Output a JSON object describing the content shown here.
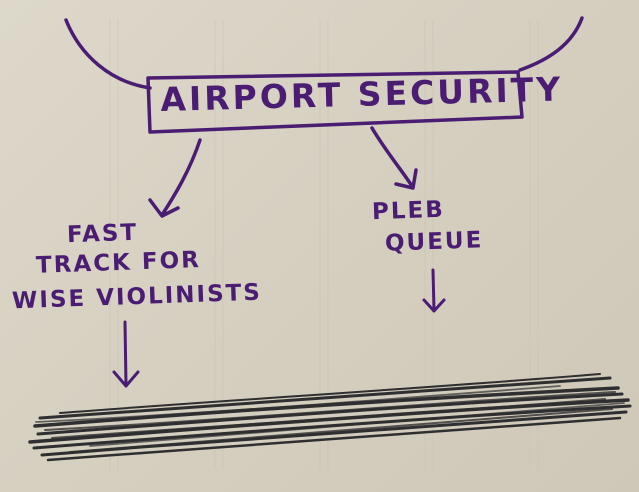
{
  "colors": {
    "ink": "#4a1d73",
    "scribble": "#2f2f31",
    "paper": "#d9d3c4"
  },
  "title": "AIRPORT SECURITY",
  "branches": [
    {
      "lines": [
        "FAST",
        "TRACK FOR",
        "WISE VIOLINISTS"
      ]
    },
    {
      "lines": [
        "PLEB",
        "QUEUE"
      ]
    }
  ]
}
